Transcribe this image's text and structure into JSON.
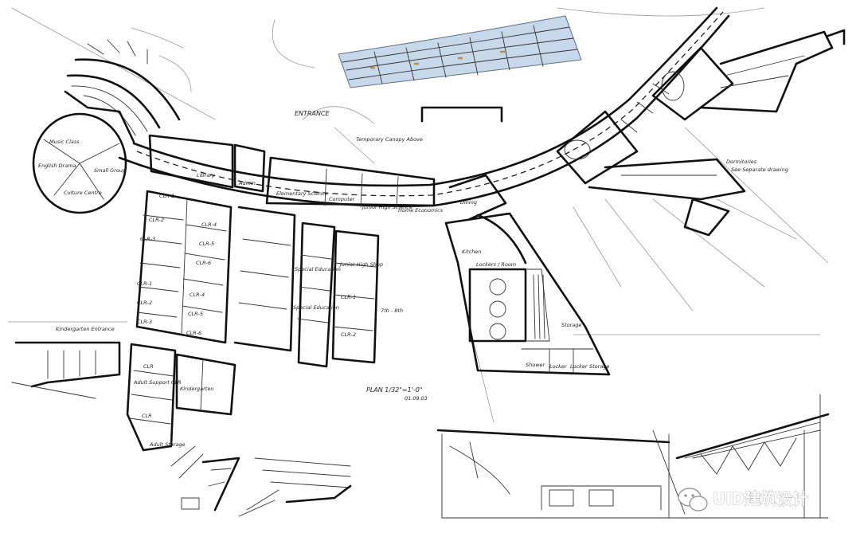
{
  "title": {
    "plan": "PLAN 1/32\"=1'-0\"",
    "date": "01.09.03"
  },
  "labels": {
    "entrance": "ENTRANCE",
    "canopy": "Temporary Canopy Above",
    "library": "Library",
    "admin": "Admin.",
    "elementary_science": "Elementary Science",
    "computer": "Computer",
    "junior_high_science": "Junior High Science",
    "home_economics": "Home Economics",
    "dining": "Dining",
    "kitchen": "Kitchen",
    "locker_room": "Lockers / Room",
    "dormitories": "Dormitories",
    "dorm_note": "See Separate drawing",
    "music": "Music Class",
    "english": "English Drama",
    "culture": "Culture Centre",
    "small_group": "Small Group",
    "clr1": "CLR-1",
    "clr2": "CLR-2",
    "clr3": "CLR-3",
    "clr4": "CLR-4",
    "clr5": "CLR-5",
    "clr6": "CLR-6",
    "clr": "CLR",
    "special_ed_1": "Special Education",
    "special_ed_2": "Special Education",
    "junior_high_shop": "Junior High Shop",
    "seventh_eighth": "7th - 8th",
    "jh1": "CLR-1",
    "jh2": "CLR-2",
    "kindergarten_entrance": "Kindergarten Entrance",
    "adult_support": "Adult Support CLR",
    "kindergarten": "Kindergarten",
    "kinder_storage": "Adult Storage",
    "storage": "Storage",
    "shower": "Shower",
    "locker": "Locker",
    "locker2": "Locker",
    "storage2": "Storage"
  },
  "watermark": {
    "text": "UID建筑设计",
    "icon": "wechat-bubble-icon"
  }
}
